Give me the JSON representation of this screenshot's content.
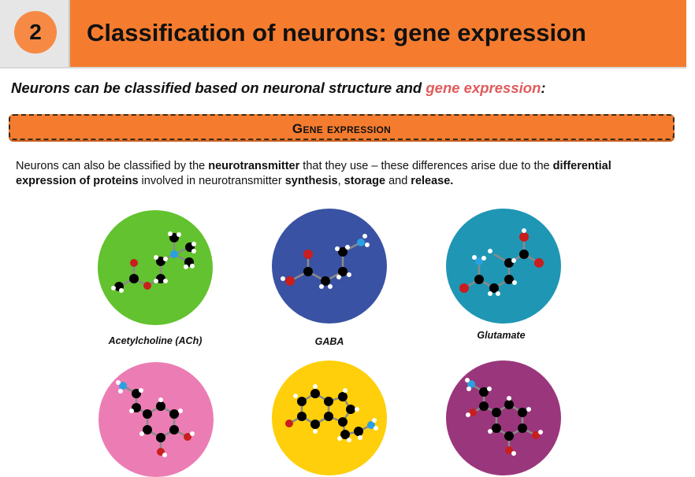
{
  "header": {
    "section_number": "2",
    "title": "Classification of neurons: gene expression",
    "colors": {
      "bar": "#f57c2f",
      "number_circle": "#f68a45",
      "number_panel": "#e6e6e6"
    }
  },
  "subtitle": {
    "part1": "Neurons can be classified based on neuronal structure and ",
    "highlight": "gene expression",
    "part2": ":",
    "highlight_color": "#e05b5b"
  },
  "banner": {
    "label": "Gene expression"
  },
  "paragraph": {
    "t1": "Neurons can also be classified by the ",
    "b1": "neurotransmitter",
    "t2": " that they use – these differences arise due to the ",
    "b2": "differential expression of proteins",
    "t3": " involved in neurotransmitter ",
    "b3": "synthesis",
    "t4": ", ",
    "b4": "storage",
    "t5": " and ",
    "b5": "release."
  },
  "molecules": [
    {
      "label": "Acetylcholine (ACh)",
      "color": "#63c22f"
    },
    {
      "label": "GABA",
      "color": "#3a52a3"
    },
    {
      "label": "Glutamate",
      "color": "#1f96b4"
    },
    {
      "label": "",
      "color": "#ec7db4"
    },
    {
      "label": "",
      "color": "#fecf0a"
    },
    {
      "label": "",
      "color": "#9a367c"
    }
  ]
}
